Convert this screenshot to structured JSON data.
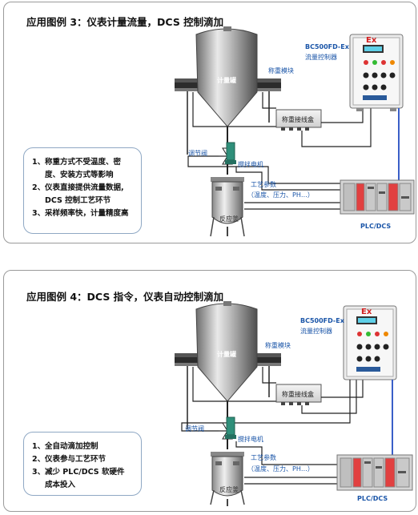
{
  "panels": [
    {
      "title": "应用图例 3：仪表计量流量，DCS 控制滴加",
      "notes": [
        {
          "num": "1、",
          "lines": [
            "称重方式不受温度、密",
            "度、安装方式等影响"
          ]
        },
        {
          "num": "2、",
          "lines": [
            "仪表直接提供流量数据,",
            "DCS 控制工艺环节"
          ]
        },
        {
          "num": "3、",
          "lines": [
            "采样频率快，计量精度高"
          ]
        }
      ],
      "labels": {
        "tank": "计量罐",
        "weigh_module": "称重模块",
        "junction_box": "称重接线盒",
        "controller_model": "BC500FD-Ex",
        "controller_name": "流量控制器",
        "valve": "调节阀",
        "motor": "搅拌电机",
        "process_params": "工艺参数",
        "process_params_detail": "（温度、压力、PH…）",
        "reactor": "反应釜",
        "plc": "PLC/DCS",
        "ex_mark": "Ex"
      }
    },
    {
      "title": "应用图例 4：DCS 指令，仪表自动控制滴加",
      "notes": [
        {
          "num": "1、",
          "lines": [
            "全自动滴加控制"
          ]
        },
        {
          "num": "2、",
          "lines": [
            "仪表参与工艺环节"
          ]
        },
        {
          "num": "3、",
          "lines": [
            "减少 PLC/DCS 软硬件",
            "成本投入"
          ]
        }
      ],
      "labels": {
        "tank": "计量罐",
        "weigh_module": "称重模块",
        "junction_box": "称重接线盒",
        "controller_model": "BC500FD-Ex",
        "controller_name": "流量控制器",
        "valve": "调节阀",
        "motor": "搅拌电机",
        "process_params": "工艺参数",
        "process_params_detail": "（温度、压力、PH…）",
        "reactor": "反应釜",
        "plc": "PLC/DCS",
        "ex_mark": "Ex"
      }
    }
  ],
  "colors": {
    "signal_line": "#3a5fc8",
    "ex_red": "#d21f1f",
    "label_blue": "#1a55a8",
    "border": "#9a9a9a"
  }
}
